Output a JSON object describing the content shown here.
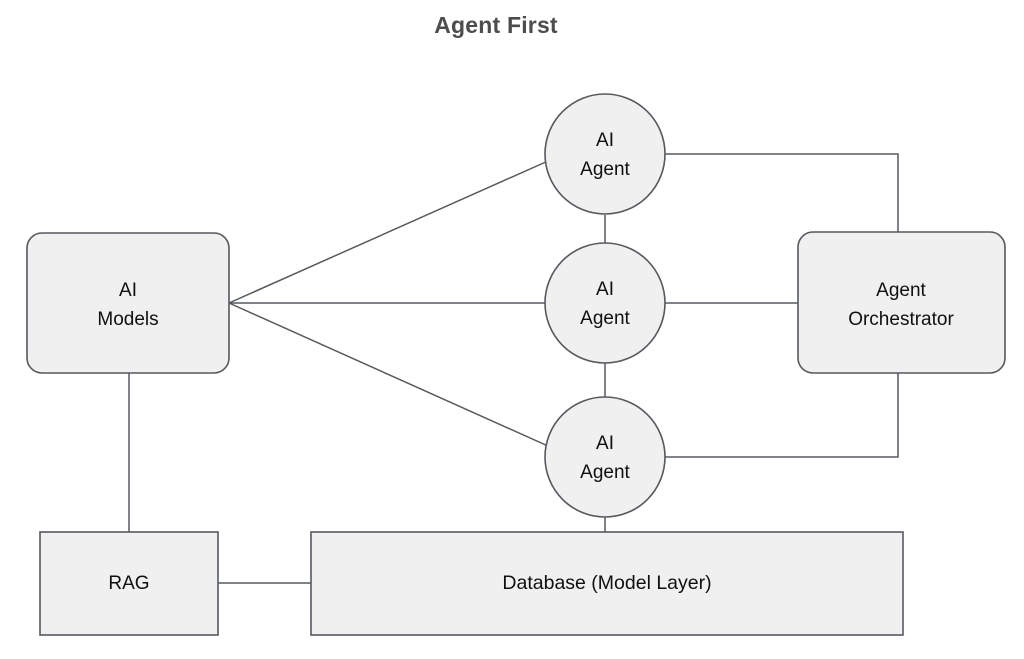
{
  "diagram": {
    "title": "Agent First",
    "title_color": "#4d4d4d",
    "background_color": "#ffffff",
    "node_fill_color": "#f0f0f0",
    "node_stroke_color": "#55595e",
    "edge_color": "#55595e",
    "label_color": "#101010",
    "nodes": {
      "ai_models": {
        "label_line1": "AI",
        "label_line2": "Models",
        "shape": "rounded-rectangle"
      },
      "agent_top": {
        "label_line1": "AI",
        "label_line2": "Agent",
        "shape": "circle"
      },
      "agent_middle": {
        "label_line1": "AI",
        "label_line2": "Agent",
        "shape": "circle"
      },
      "agent_bottom": {
        "label_line1": "AI",
        "label_line2": "Agent",
        "shape": "circle"
      },
      "agent_orchestrator": {
        "label_line1": "Agent",
        "label_line2": "Orchestrator",
        "shape": "rounded-rectangle"
      },
      "rag": {
        "label": "RAG",
        "shape": "rectangle"
      },
      "database": {
        "label": "Database (Model Layer)",
        "shape": "rectangle"
      }
    },
    "edges": [
      {
        "from": "ai_models",
        "to": "agent_top",
        "style": "straight"
      },
      {
        "from": "ai_models",
        "to": "agent_middle",
        "style": "straight"
      },
      {
        "from": "ai_models",
        "to": "agent_bottom",
        "style": "straight"
      },
      {
        "from": "agent_top",
        "to": "agent_middle",
        "style": "straight"
      },
      {
        "from": "agent_middle",
        "to": "agent_bottom",
        "style": "straight"
      },
      {
        "from": "agent_top",
        "to": "agent_orchestrator",
        "style": "orthogonal"
      },
      {
        "from": "agent_middle",
        "to": "agent_orchestrator",
        "style": "straight"
      },
      {
        "from": "agent_bottom",
        "to": "agent_orchestrator",
        "style": "orthogonal"
      },
      {
        "from": "ai_models",
        "to": "rag",
        "style": "straight"
      },
      {
        "from": "rag",
        "to": "database",
        "style": "straight"
      },
      {
        "from": "agent_bottom",
        "to": "database",
        "style": "straight"
      }
    ]
  }
}
